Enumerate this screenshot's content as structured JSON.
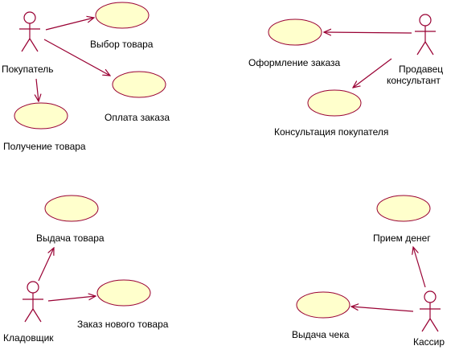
{
  "colors": {
    "line": "#990033",
    "usecase_fill": "#ffffcc",
    "background": "#ffffff"
  },
  "actors": {
    "buyer": "Покупатель",
    "seller_line1": "Продавец",
    "seller_line2": "консультант",
    "storekeeper": "Кладовщик",
    "cashier": "Кассир"
  },
  "usecases": {
    "select_goods": "Выбор товара",
    "pay_order": "Оплата заказа",
    "receive_goods": "Получение товара",
    "make_order": "Оформление заказа",
    "consult_buyer": "Консультация покупателя",
    "issue_goods": "Выдача товара",
    "order_new_goods": "Заказ нового товара",
    "receive_money": "Прием денег",
    "issue_receipt": "Выдача чека"
  }
}
